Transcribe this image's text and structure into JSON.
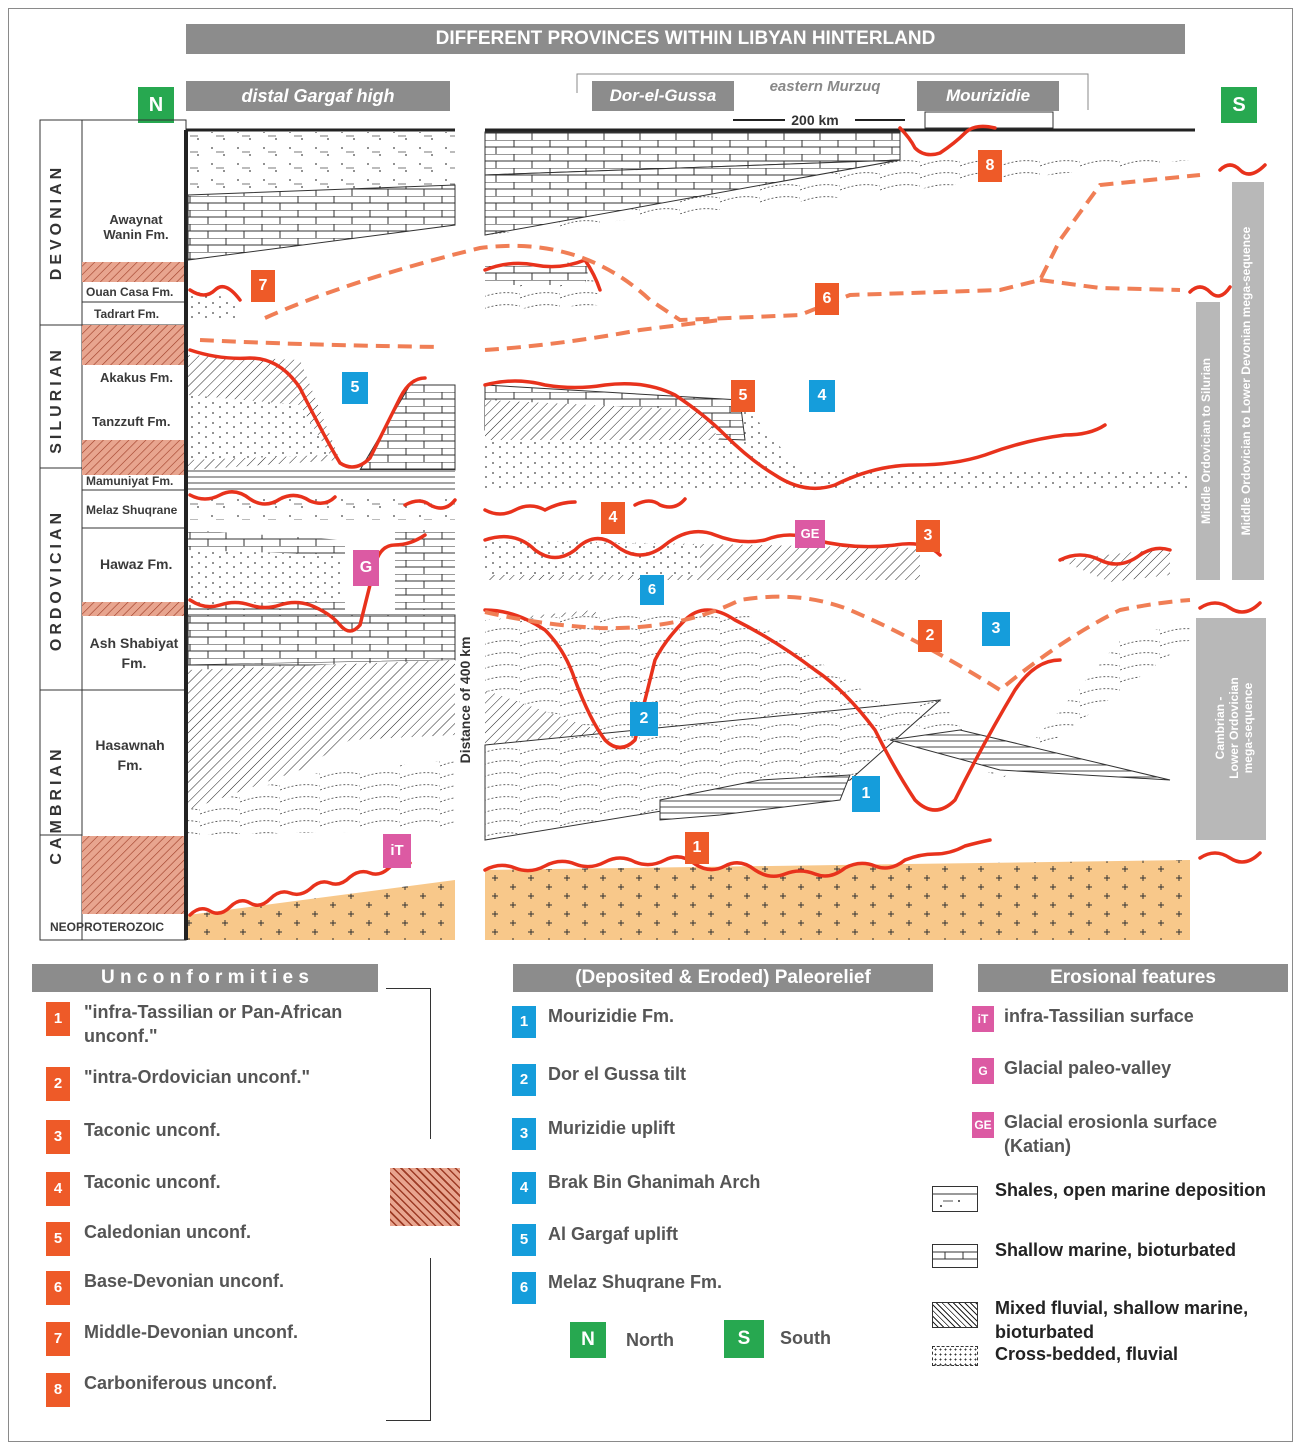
{
  "title": "DIFFERENT PROVINCES WITHIN LIBYAN HINTERLAND",
  "sections": {
    "distal": "distal Gargaf high",
    "eastern": "eastern Murzuq",
    "dor": "Dor-el-Gussa",
    "mour": "Mourizidie",
    "scale": "200 km",
    "distance": "Distance of 400 km"
  },
  "compass": {
    "n": "N",
    "s": "S",
    "north": "North",
    "south": "South"
  },
  "periods": [
    "DEVONIAN",
    "SILURIAN",
    "ORDOVICIAN",
    "CAMBRIAN"
  ],
  "basement": "NEOPROTEROZOIC",
  "formations": [
    "Awaynat Wanin Fm.",
    "Ouan Casa Fm.",
    "Tadrart Fm.",
    "Akakus Fm.",
    "Tanzzuft Fm.",
    "Mamuniyat Fm.",
    "Melaz Shuqrane",
    "Hawaz Fm.",
    "Ash Shabiyat Fm.",
    "Hasawnah Fm."
  ],
  "megaseq": {
    "a": "Middle Ordovician to Lower Devonian mega-sequence",
    "b": "Middle Ordovician to Silurian",
    "c1": "Cambrian -",
    "c2": "Lower  Ordovician",
    "c3": "mega-sequence"
  },
  "legend_unconf": {
    "title": "U n c o n f o r m i t i e s",
    "items": [
      {
        "n": "1",
        "label": "\"infra-Tassilian or Pan-African unconf.\""
      },
      {
        "n": "2",
        "label": "\"intra-Ordovician unconf.\""
      },
      {
        "n": "3",
        "label": "Taconic unconf."
      },
      {
        "n": "4",
        "label": "Taconic unconf."
      },
      {
        "n": "5",
        "label": "Caledonian unconf."
      },
      {
        "n": "6",
        "label": " Base-Devonian unconf."
      },
      {
        "n": "7",
        "label": "Middle-Devonian unconf."
      },
      {
        "n": "8",
        "label": "Carboniferous unconf."
      }
    ]
  },
  "legend_paleo": {
    "title": "(Deposited & Eroded) Paleorelief",
    "items": [
      {
        "n": "1",
        "label": "Mourizidie Fm."
      },
      {
        "n": "2",
        "label": "Dor el Gussa tilt"
      },
      {
        "n": "3",
        "label": "Murizidie uplift"
      },
      {
        "n": "4",
        "label": "Brak Bin Ghanimah Arch"
      },
      {
        "n": "5",
        "label": "Al Gargaf uplift"
      },
      {
        "n": "6",
        "label": "Melaz Shuqrane Fm."
      }
    ]
  },
  "legend_erosion": {
    "title": "Erosional features",
    "items": [
      {
        "n": "iT",
        "label": "infra-Tassilian surface"
      },
      {
        "n": "G",
        "label": "Glacial paleo-valley"
      },
      {
        "n": "GE",
        "label": "Glacial erosionla surface (Katian)"
      }
    ]
  },
  "legend_litho": [
    "Shales, open marine deposition",
    "Shallow marine, bioturbated",
    "Mixed fluvial, shallow marine, bioturbated",
    "Cross-bedded, fluvial"
  ],
  "diagram_tags": {
    "orange": [
      "8",
      "7",
      "6",
      "5",
      "4",
      "3",
      "2",
      "1"
    ],
    "blue": [
      "5",
      "4",
      "6",
      "2",
      "3",
      "1"
    ],
    "pink": [
      "GE",
      "G",
      "iT"
    ]
  },
  "colors": {
    "orange": "#ee5a28",
    "blue": "#159ddb",
    "pink": "#dc5aa3",
    "green": "#27a850",
    "gray": "#8c8c8c",
    "sand": "#f6c47a",
    "hatch": "#d9806a"
  }
}
